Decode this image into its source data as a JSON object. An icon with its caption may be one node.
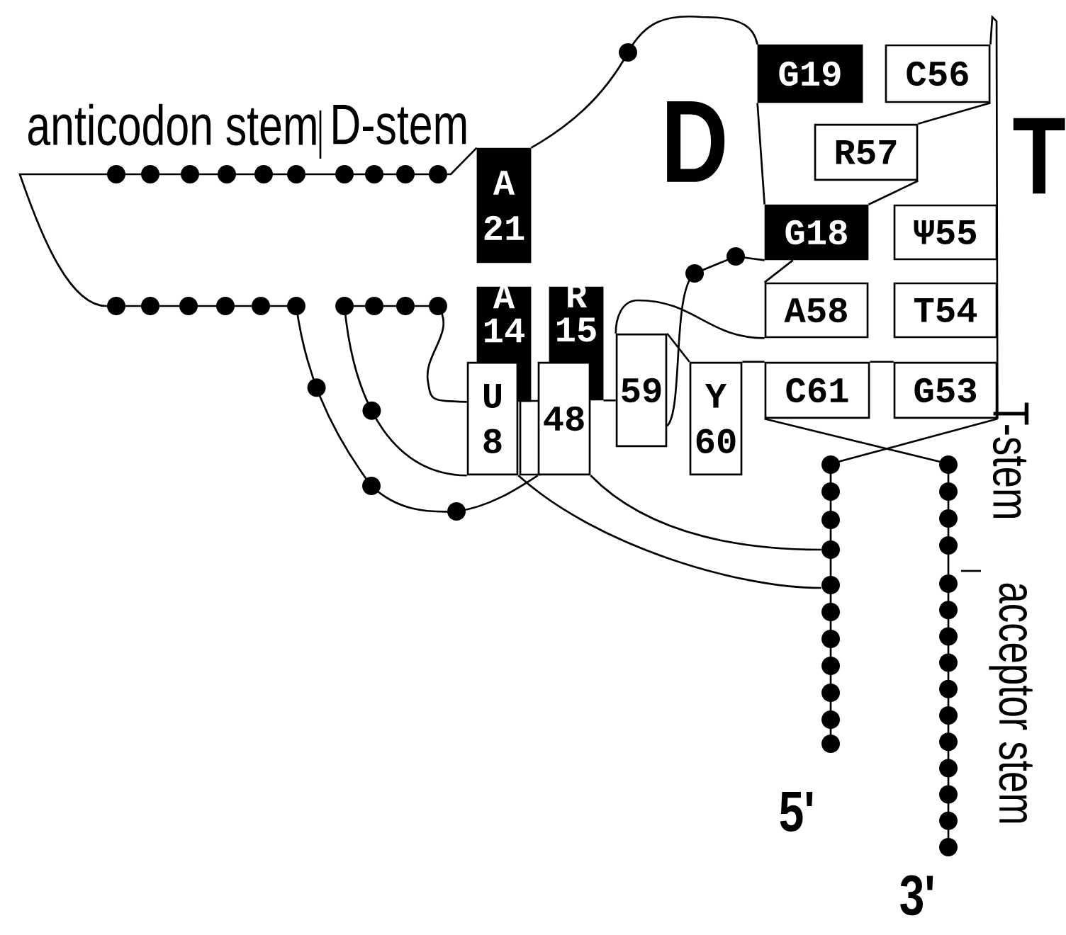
{
  "diagram": {
    "nodes": [
      {
        "text": [
          "G19"
        ]
      },
      {
        "text": [
          "C56"
        ]
      },
      {
        "text": [
          "R57"
        ]
      },
      {
        "text": [
          "A 21"
        ]
      },
      {
        "text": [
          "G18"
        ]
      },
      {
        "text": [
          "Ψ55"
        ]
      },
      {
        "text": [
          "A 14"
        ]
      },
      {
        "text": [
          "R 15"
        ]
      },
      {
        "text": [
          "A58"
        ]
      },
      {
        "text": [
          "T54"
        ]
      },
      {
        "text": [
          "U 8"
        ]
      },
      {
        "text": [
          "48"
        ]
      },
      {
        "text": [
          "59"
        ]
      },
      {
        "text": [
          "Y 60"
        ]
      },
      {
        "text": [
          "C61"
        ]
      },
      {
        "text": [
          "G53"
        ]
      },
      {
        "text": [],
        "shape": "bar",
        "beside": [
          "5'"
        ]
      },
      {
        "text": [],
        "shape": "bar",
        "beside": [
          "3'"
        ]
      }
    ],
    "edges": [
      {
        "from": 1,
        "to": 2,
        "arrow": "none"
      },
      {
        "from": 2,
        "to": 4,
        "arrow": "none"
      },
      {
        "from": 0,
        "to": 4,
        "arrow": "none"
      },
      {
        "from": 4,
        "to": 8,
        "arrow": "none"
      },
      {
        "from": 8,
        "to": 12,
        "arrow": "none"
      },
      {
        "from": 12,
        "to": 13,
        "arrow": "none"
      },
      {
        "from": 13,
        "to": 14,
        "arrow": "none"
      },
      {
        "from": 7,
        "to": 12,
        "arrow": "none"
      },
      {
        "from": 12,
        "to": 4,
        "arrow": "none"
      },
      {
        "from": 3,
        "to": 0,
        "arrow": "none"
      },
      {
        "from": 14,
        "to": 15,
        "arrow": "none"
      },
      {
        "from": 3,
        "to": 11,
        "arrow": "none"
      },
      {
        "from": 10,
        "to": 6,
        "arrow": "none"
      },
      {
        "from": 10,
        "to": 16,
        "arrow": "none"
      },
      {
        "from": 11,
        "to": 16,
        "arrow": "none"
      },
      {
        "from": 15,
        "to": 16,
        "arrow": "none"
      },
      {
        "from": 14,
        "to": 17,
        "arrow": "none"
      },
      {
        "from": 1,
        "to": 15,
        "arrow": "none"
      }
    ],
    "labels": [
      "anticodon stem",
      "D-stem",
      "D",
      "T",
      "T-stem",
      "acceptor stem"
    ]
  }
}
